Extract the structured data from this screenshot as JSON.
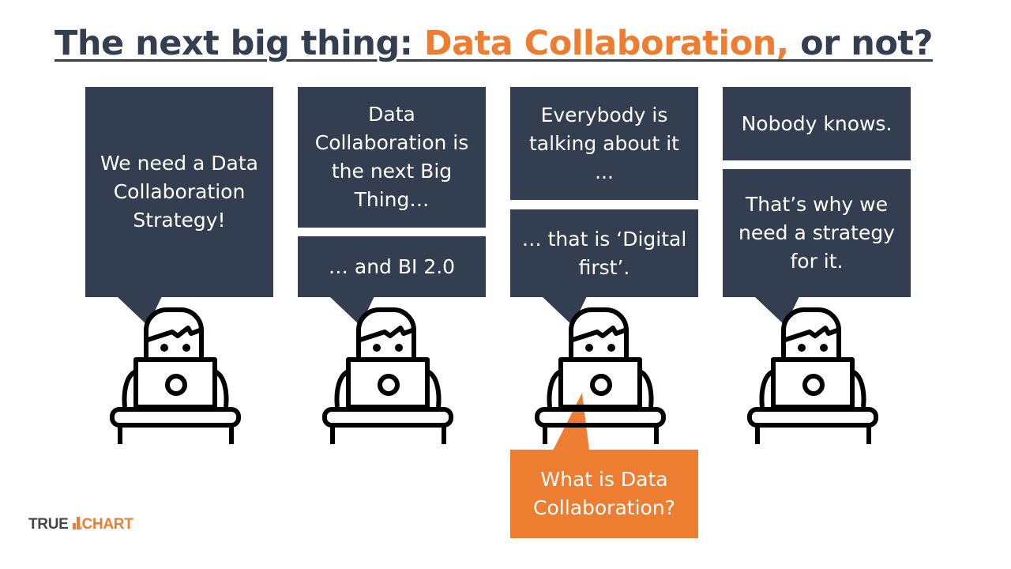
{
  "title": {
    "part1": "The next big thing: ",
    "part2": "Data Collaboration,",
    "part3": " or not?"
  },
  "bubbles": {
    "b1": "We need a Data Collaboration Strategy!",
    "b2a": "Data Collaboration is the next Big Thing…",
    "b2b": "… and BI 2.0",
    "b3a": "Everybody is talking about it ...",
    "b3b": "… that is ‘Digital first’.",
    "b3q": "What is Data Collaboration?",
    "b4a": "Nobody knows.",
    "b4b": "That’s why we need a strategy for it."
  },
  "logo": {
    "part1": "TRUE",
    "part2": "CHART"
  },
  "colors": {
    "dark": "#333e50",
    "accent": "#ed7d31"
  }
}
